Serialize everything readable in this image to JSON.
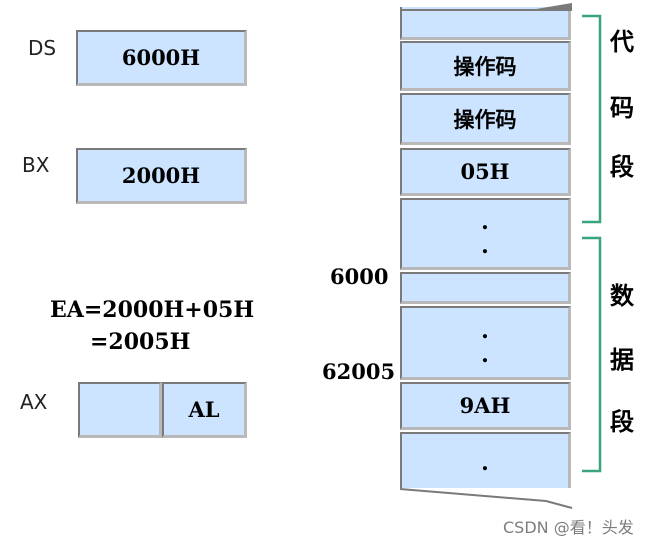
{
  "registers": {
    "ds": {
      "label": "DS",
      "value": "6000H"
    },
    "bx": {
      "label": "BX",
      "value": "2000H"
    },
    "ax": {
      "label": "AX",
      "low_label": "AL"
    }
  },
  "ea": {
    "line1": "EA=2000H+05H",
    "line2": "=2005H"
  },
  "memory": {
    "cells": [
      "",
      "操作码",
      "操作码",
      "05H",
      "",
      "",
      "",
      "9AH",
      ""
    ],
    "dots": ".",
    "addresses": {
      "data_segment_start": "6000",
      "target": "62005"
    }
  },
  "segments": {
    "code": [
      "代",
      "码",
      "段"
    ],
    "data": [
      "数",
      "据",
      "段"
    ]
  },
  "watermark": "CSDN @看！头发"
}
